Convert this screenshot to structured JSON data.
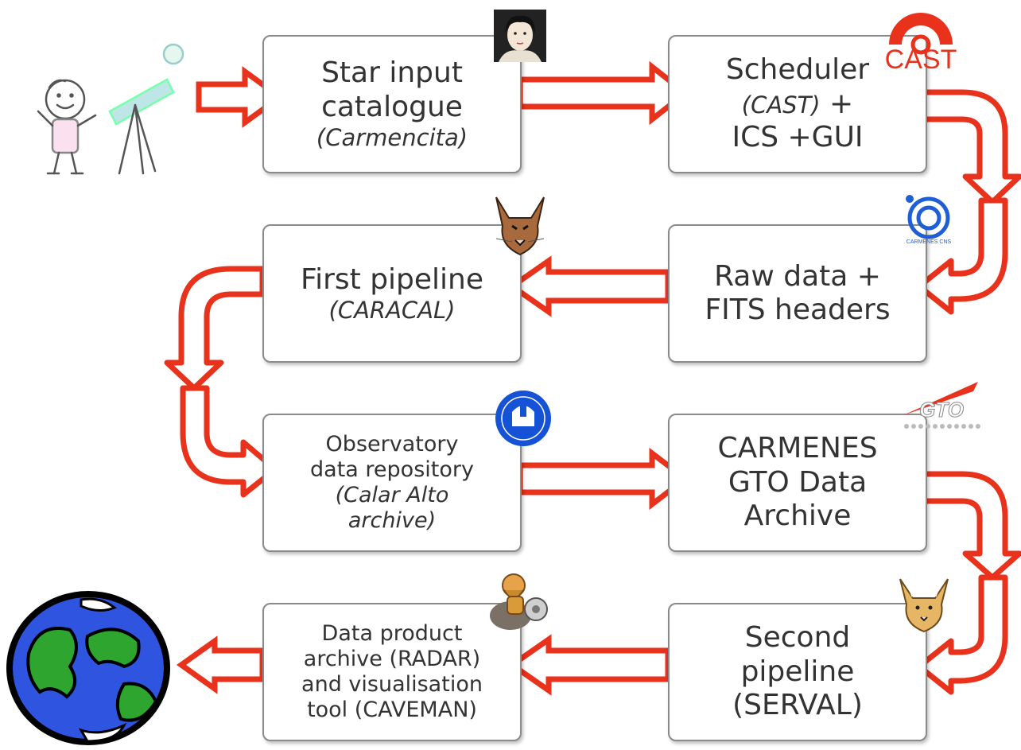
{
  "colors": {
    "arrow": "#e8321c",
    "box_border": "#8a8a8a",
    "text": "#333333"
  },
  "boxes": {
    "star_input": {
      "line1": "Star input",
      "line2": "catalogue",
      "line3": "(Carmencita)"
    },
    "scheduler": {
      "line1": "Scheduler",
      "line2a": "(CAST)",
      "line2b": " +",
      "line3": "ICS +GUI"
    },
    "first_pipeline": {
      "line1": "First pipeline",
      "line2": "(CARACAL)"
    },
    "raw_data": {
      "line1": "Raw data +",
      "line2": "FITS headers"
    },
    "observatory": {
      "line1": "Observatory",
      "line2": "data repository",
      "line3": "(Calar Alto",
      "line4": "archive)"
    },
    "gto_archive": {
      "line1": "CARMENES",
      "line2": "GTO Data",
      "line3": "Archive"
    },
    "data_product": {
      "line1": "Data product",
      "line2": "archive (RADAR)",
      "line3": "and visualisation",
      "line4": "tool (CAVEMAN)"
    },
    "second_pipeline": {
      "line1": "Second",
      "line2": "pipeline",
      "line3": "(SERVAL)"
    }
  },
  "logos": {
    "cast": "CAST",
    "gto": "GTO",
    "carmenes_cns": "CARMENES CNS"
  },
  "icons": [
    "kid-with-telescope-icon",
    "portrait-icon",
    "cast-logo-icon",
    "caracal-icon",
    "carmenes-logo-icon",
    "calar-alto-logo-icon",
    "gto-logo-icon",
    "caveman-icon",
    "serval-icon",
    "earth-globe-icon"
  ]
}
